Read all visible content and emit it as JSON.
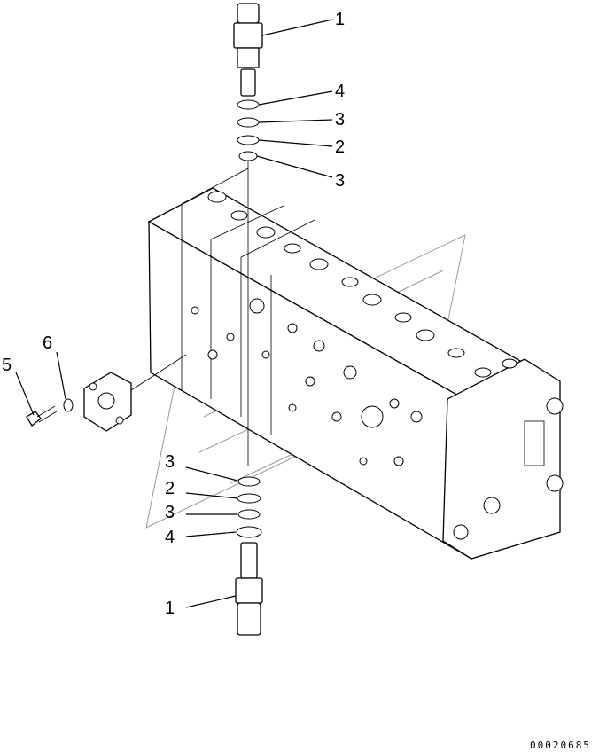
{
  "callouts": [
    {
      "id": "c1-top",
      "label": "1"
    },
    {
      "id": "c4-top",
      "label": "4"
    },
    {
      "id": "c3-top-a",
      "label": "3"
    },
    {
      "id": "c2-top",
      "label": "2"
    },
    {
      "id": "c3-top-b",
      "label": "3"
    },
    {
      "id": "c6",
      "label": "6"
    },
    {
      "id": "c5",
      "label": "5"
    },
    {
      "id": "c3-bot-a",
      "label": "3"
    },
    {
      "id": "c2-bot",
      "label": "2"
    },
    {
      "id": "c3-bot-b",
      "label": "3"
    },
    {
      "id": "c4-bot",
      "label": "4"
    },
    {
      "id": "c1-bot",
      "label": "1"
    }
  ],
  "drawing_number": "00020685"
}
